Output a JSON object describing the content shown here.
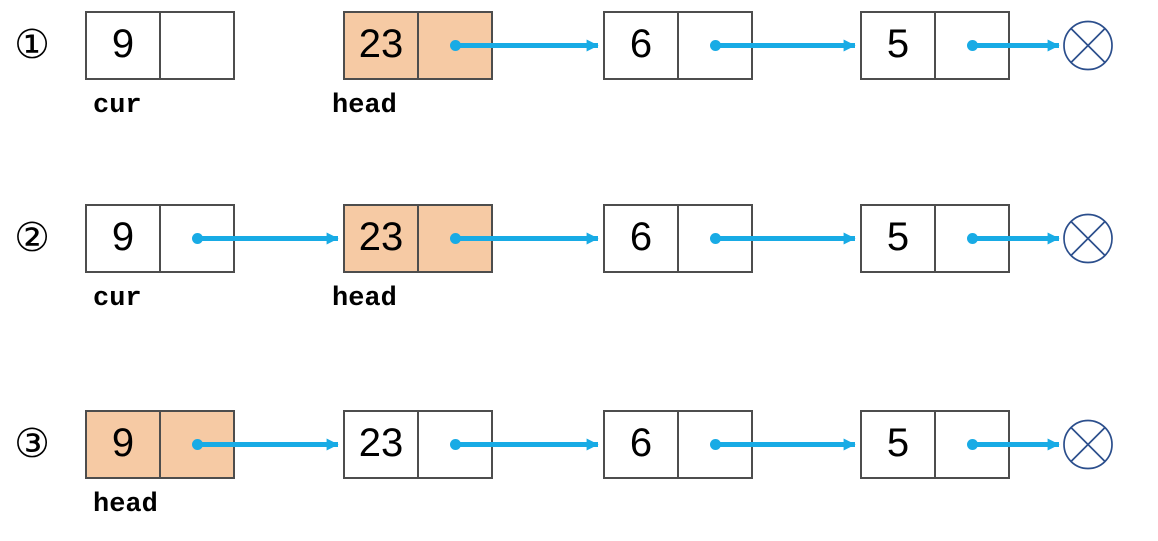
{
  "colors": {
    "arrow": "#18ABE5",
    "node_highlight_fill": "#F6CAA4",
    "node_border": "#4D4D4D",
    "null_symbol_stroke": "#2B4E8C",
    "text": "#000000"
  },
  "diagram": {
    "description_visible_content_only": "three linked-list states",
    "rows": [
      {
        "marker": "①",
        "terminator": "null-crossed-circle",
        "nodes": [
          {
            "value": "9",
            "label": "cur",
            "highlighted": false,
            "pointer": "empty"
          },
          {
            "value": "23",
            "label": "head",
            "highlighted": true,
            "pointer": "next"
          },
          {
            "value": "6",
            "label": "",
            "highlighted": false,
            "pointer": "next"
          },
          {
            "value": "5",
            "label": "",
            "highlighted": false,
            "pointer": "null"
          }
        ]
      },
      {
        "marker": "②",
        "terminator": "null-crossed-circle",
        "nodes": [
          {
            "value": "9",
            "label": "cur",
            "highlighted": false,
            "pointer": "next"
          },
          {
            "value": "23",
            "label": "head",
            "highlighted": true,
            "pointer": "next"
          },
          {
            "value": "6",
            "label": "",
            "highlighted": false,
            "pointer": "next"
          },
          {
            "value": "5",
            "label": "",
            "highlighted": false,
            "pointer": "null"
          }
        ]
      },
      {
        "marker": "③",
        "terminator": "null-crossed-circle",
        "nodes": [
          {
            "value": "9",
            "label": "head",
            "highlighted": true,
            "pointer": "next"
          },
          {
            "value": "23",
            "label": "",
            "highlighted": false,
            "pointer": "next"
          },
          {
            "value": "6",
            "label": "",
            "highlighted": false,
            "pointer": "next"
          },
          {
            "value": "5",
            "label": "",
            "highlighted": false,
            "pointer": "null"
          }
        ]
      }
    ]
  }
}
